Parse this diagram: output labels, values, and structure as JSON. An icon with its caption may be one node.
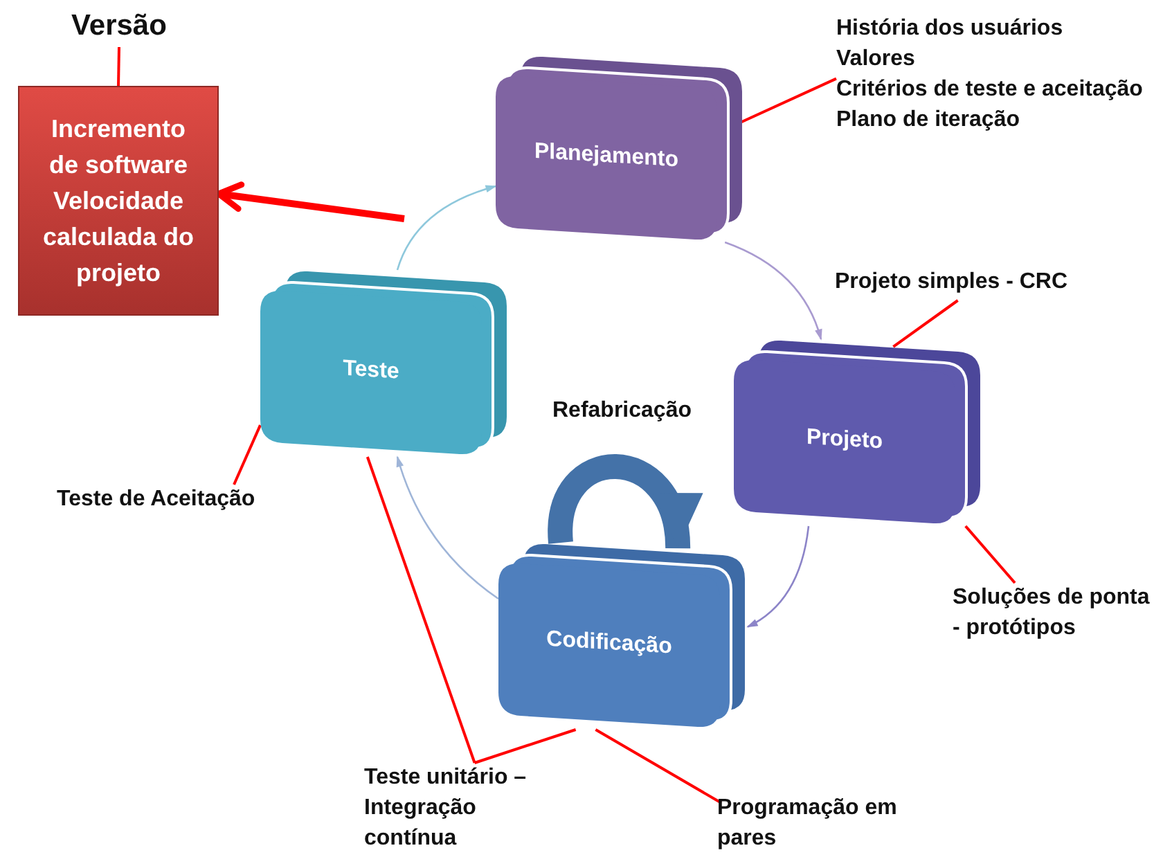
{
  "diagram": {
    "nodes": [
      {
        "text": [
          "Versão"
        ]
      },
      {
        "text": [
          "Incremento de software",
          "Velocidade calculada do projeto"
        ]
      },
      {
        "text": [
          "Planejamento"
        ]
      },
      {
        "text": [
          "Projeto"
        ]
      },
      {
        "text": [
          "Codificação"
        ]
      },
      {
        "text": [
          "Teste"
        ]
      },
      {
        "text": [
          "História dos usuários",
          "Valores",
          "Critérios de teste e aceitação",
          "Plano de iteração"
        ]
      },
      {
        "text": [
          "Projeto simples - CRC"
        ]
      },
      {
        "text": [
          "Soluções de ponta - protótipos"
        ]
      },
      {
        "text": [
          "Programação em pares"
        ]
      },
      {
        "text": [
          "Teste unitário – Integração contínua"
        ]
      },
      {
        "text": [
          "Teste de Aceitação"
        ]
      }
    ],
    "edges": [
      {
        "from": 0,
        "to": 1,
        "arrow": "none"
      },
      {
        "from": null,
        "to": 1,
        "arrow": "to",
        "style": "thick"
      },
      {
        "from": 5,
        "to": 2,
        "arrow": "to",
        "color": "#8ec8dc"
      },
      {
        "from": 2,
        "to": 3,
        "arrow": "to",
        "color": "#a99bd0"
      },
      {
        "from": 3,
        "to": 4,
        "arrow": "to",
        "color": "#8c84c8"
      },
      {
        "from": 4,
        "to": 5,
        "arrow": "to",
        "color": "#9fb5d8"
      },
      {
        "from": null,
        "to": 4,
        "arrow": "to",
        "style": "thick",
        "color": "#4472a8",
        "label": "Refabricação"
      },
      {
        "from": 6,
        "to": 2,
        "arrow": "none"
      },
      {
        "from": 7,
        "to": 3,
        "arrow": "none"
      },
      {
        "from": 8,
        "to": 3,
        "arrow": "none"
      },
      {
        "from": 9,
        "to": 4,
        "arrow": "none"
      },
      {
        "from": 10,
        "to": 5,
        "arrow": "none"
      },
      {
        "from": 10,
        "to": 4,
        "arrow": "none"
      },
      {
        "from": 11,
        "to": 5,
        "arrow": "none"
      }
    ]
  }
}
